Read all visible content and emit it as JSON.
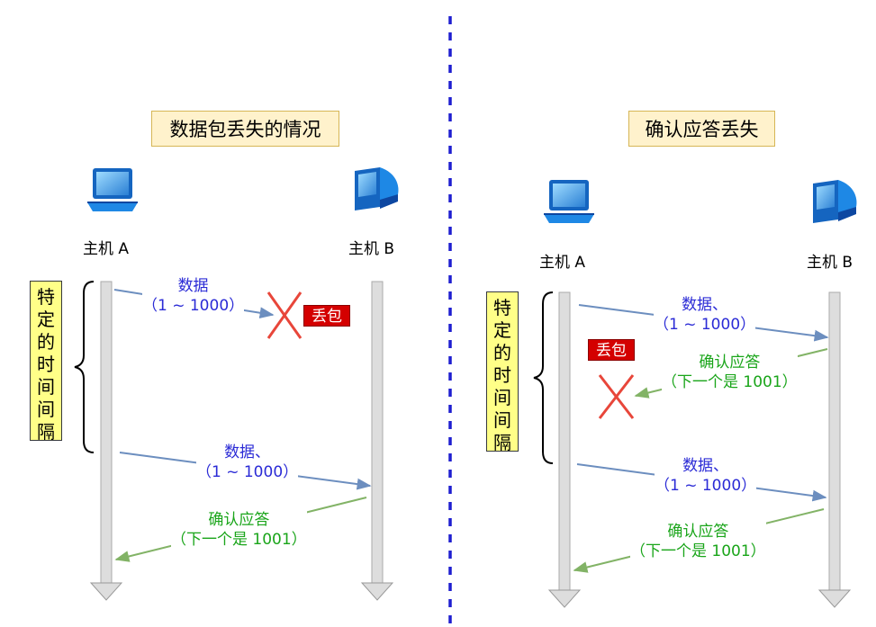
{
  "left": {
    "title": "数据包丢失的情况",
    "host_a": "主机 A",
    "host_b": "主机 B",
    "interval_chars": [
      "特",
      "定",
      "的",
      "时",
      "间",
      "间",
      "隔"
    ],
    "msg1": {
      "line1": "数据",
      "line2": "（1 ~ 1000）"
    },
    "loss_label": "丢包",
    "msg2": {
      "line1": "数据、",
      "line2": "（1 ~ 1000）"
    },
    "ack": {
      "line1": "确认应答",
      "line2": "（下一个是 1001）"
    }
  },
  "right": {
    "title": "确认应答丢失",
    "host_a": "主机 A",
    "host_b": "主机 B",
    "interval_chars": [
      "特",
      "定",
      "的",
      "时",
      "间",
      "间",
      "隔"
    ],
    "msg1": {
      "line1": "数据、",
      "line2": "（1 ~ 1000）"
    },
    "loss_label": "丢包",
    "ack_lost": {
      "line1": "确认应答",
      "line2": "（下一个是 1001）"
    },
    "msg2": {
      "line1": "数据、",
      "line2": "（1 ~ 1000）"
    },
    "ack": {
      "line1": "确认应答",
      "line2": "（下一个是 1001）"
    }
  },
  "colors": {
    "data_arrow": "#6c8ebf",
    "ack_arrow": "#82b366",
    "lost_x": "#e8463a",
    "divider": "#1f1fd0",
    "timeline": "#dddddd"
  }
}
